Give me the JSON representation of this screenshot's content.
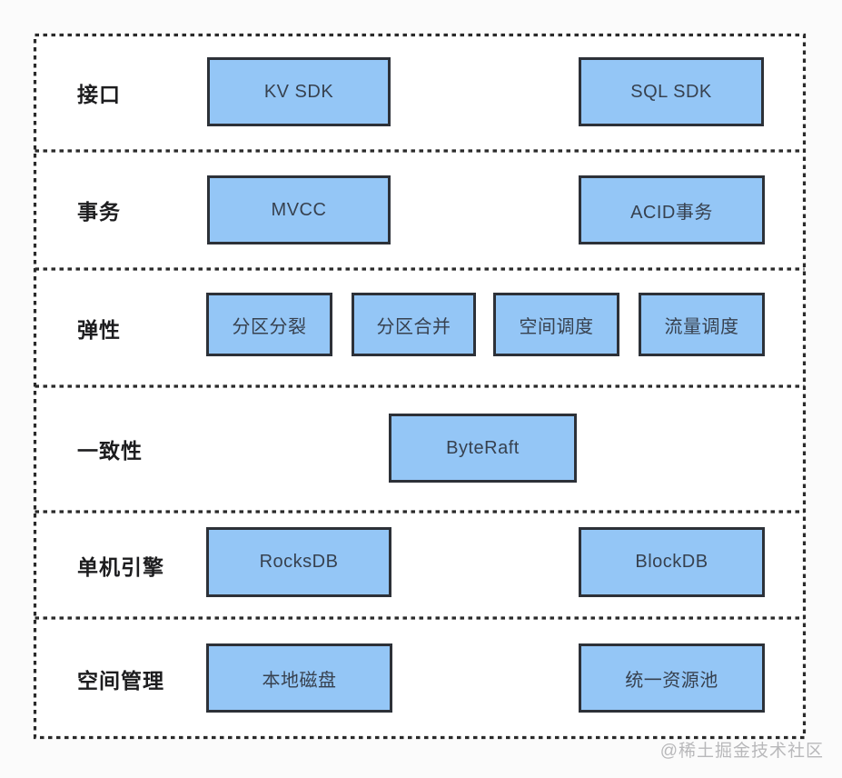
{
  "diagram": {
    "watermark": "@稀土掘金技术社区",
    "colors": {
      "node_fill": "#94c6f6",
      "node_border": "#2d3138",
      "dashed_line": "#2a2a2a",
      "node_text": "#37414f",
      "label_text": "#1d1d1f",
      "watermark_text": "#b5b5b7",
      "background": "#fbfbfb"
    },
    "layers": [
      {
        "id": "interface",
        "label": "接口",
        "boxes": [
          {
            "text": "KV SDK"
          },
          {
            "text": "SQL SDK"
          }
        ]
      },
      {
        "id": "transaction",
        "label": "事务",
        "boxes": [
          {
            "text": "MVCC"
          },
          {
            "text": "ACID事务"
          }
        ]
      },
      {
        "id": "elasticity",
        "label": "弹性",
        "boxes": [
          {
            "text": "分区分裂"
          },
          {
            "text": "分区合并"
          },
          {
            "text": "空间调度"
          },
          {
            "text": "流量调度"
          }
        ]
      },
      {
        "id": "consistency",
        "label": "一致性",
        "boxes": [
          {
            "text": "ByteRaft"
          }
        ]
      },
      {
        "id": "standalone-engine",
        "label": "单机引擎",
        "boxes": [
          {
            "text": "RocksDB"
          },
          {
            "text": "BlockDB"
          }
        ]
      },
      {
        "id": "space-management",
        "label": "空间管理",
        "boxes": [
          {
            "text": "本地磁盘"
          },
          {
            "text": "统一资源池"
          }
        ]
      }
    ]
  }
}
